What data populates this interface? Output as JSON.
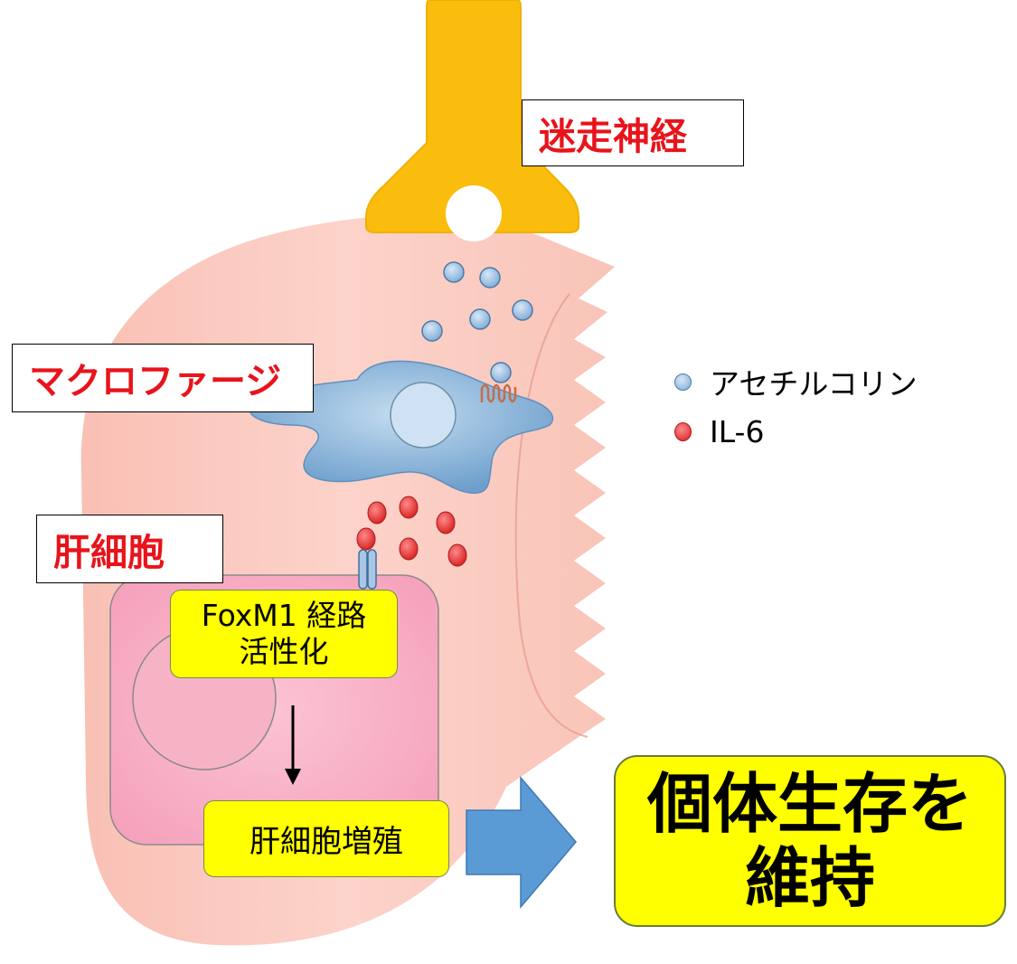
{
  "labels": {
    "vagus_nerve": "迷走神経",
    "macrophage": "マクロファージ",
    "hepatocyte": "肝細胞"
  },
  "boxes": {
    "foxm1_line1": "FoxM1 経路",
    "foxm1_line2": "活性化",
    "proliferation": "肝細胞増殖",
    "survival_line1": "個体生存を",
    "survival_line2": "維持"
  },
  "legend": {
    "acetylcholine": "アセチルコリン",
    "il6": "IL-6"
  },
  "colors": {
    "nerve": "#fbbd0d",
    "liver": "#fbc8bd",
    "macrophage": "#8fb8dc",
    "acetylcholine": "#a9c8e9",
    "il6": "#f24343",
    "hepatocyte": "#f8aec3",
    "highlight": "#ffff00",
    "arrow": "#5b9bd5",
    "label_text": "#e8141b"
  }
}
